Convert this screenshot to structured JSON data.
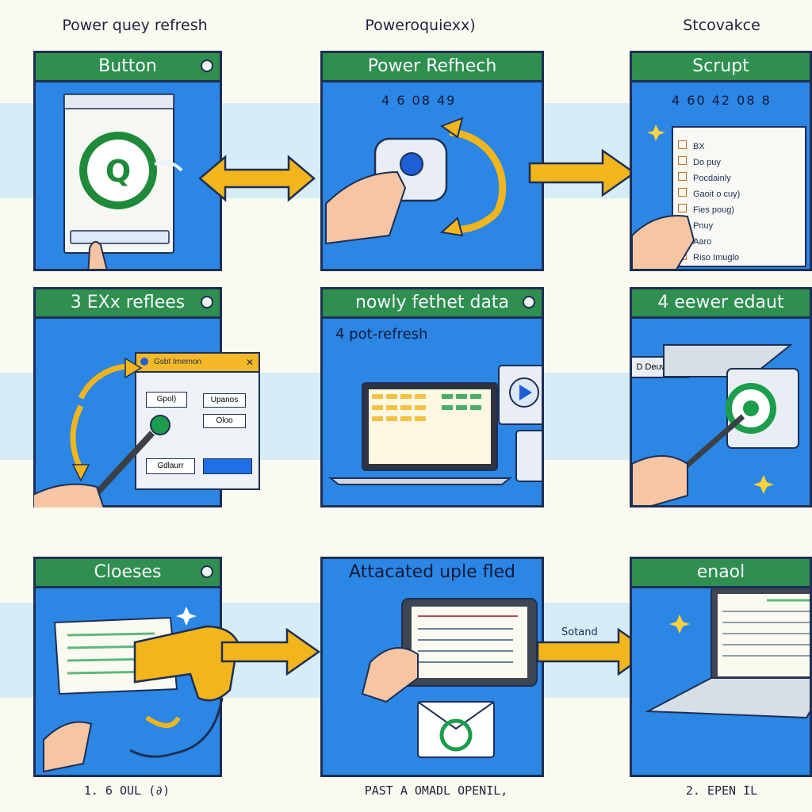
{
  "top_labels": [
    "Power quey refresh",
    "Poweroquiexx)",
    "Stcovakce"
  ],
  "panels": [
    {
      "title": "Button"
    },
    {
      "title": "Power Refhech",
      "counter": "4 6 08 49"
    },
    {
      "title": "Scrupt",
      "counter": "4 60 42 08 8",
      "list": [
        "BX",
        "Do puy",
        "Pocdainly",
        "Gaoit o cuy)",
        "Fies poug)",
        "Pnuy",
        "Aaro",
        "Riso Imuglo"
      ]
    },
    {
      "title": "3  EXx reflees",
      "dialog": {
        "title": "Gsbt Imemon",
        "field1": "Gpol)",
        "field2": "Upanos",
        "field3": "Oloo",
        "btn": "Gdlaurr"
      }
    },
    {
      "title": "nowly fethet data",
      "subtitle": "4  pot-refresh"
    },
    {
      "title": "4  eewer edaut",
      "tag": "D Deuw"
    },
    {
      "title": "Cloeses"
    },
    {
      "title": "Attacated uple fled"
    },
    {
      "title": "enaol"
    }
  ],
  "arrow_note": "Sotand",
  "bottom_labels": [
    "1. 6 OUL (∂)",
    "PAST A OMADL OPENIL,",
    "2. EPEN IL"
  ],
  "colors": {
    "panel": "#2b86e4",
    "header": "#2f8f4e",
    "arrow": "#f2b51c",
    "outline": "#1d2f55"
  }
}
